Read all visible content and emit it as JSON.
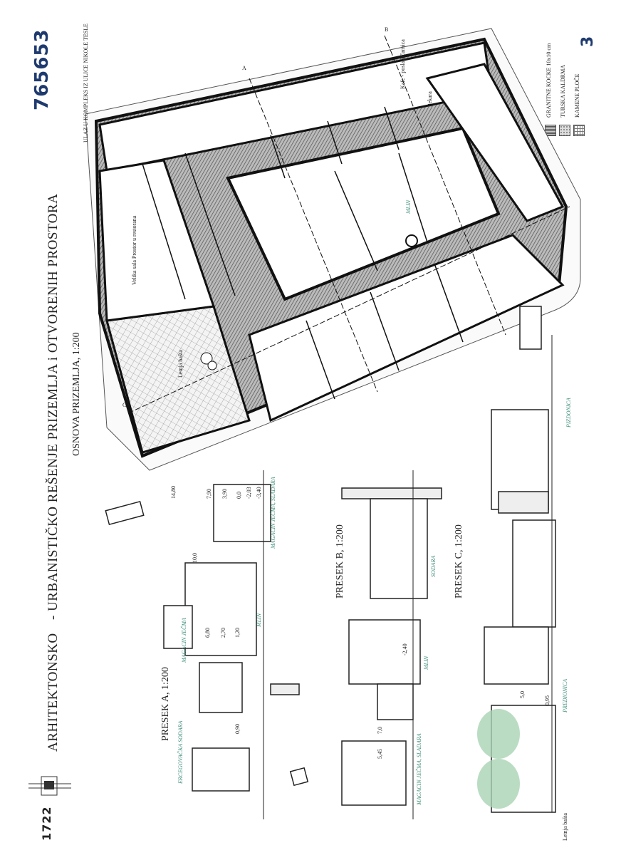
{
  "sheet": {
    "code": "765653",
    "page_number": "3",
    "year_logo": "1722",
    "title_part1": "ARHITEKTONSKO",
    "title_part2": "- URBANISTIČKO REŠENJE PRIZEMLJA i OTVORENIH PROSTORA",
    "plan_title": "OSNOVA PRIZEMLJA, 1:200"
  },
  "legend": [
    {
      "label": "GRANITNE KOCKE 10x10 cm",
      "pattern": "dense-hatch"
    },
    {
      "label": "TURSKA KALDRMA",
      "pattern": "cobble"
    },
    {
      "label": "KAMENE PLOČE",
      "pattern": "grid"
    }
  ],
  "plan_labels": {
    "entrance": "ULAZ U KOMPLEKS IZ ULICE NIKOLE TESLE",
    "center": "MLIN",
    "summer_garden": "Letnja bašta",
    "great_hall": "Velika sala Prostor u restorana",
    "bakery": "Pekara",
    "cafe": "Kafe - poslastičarnica",
    "section_a": "A",
    "section_b": "B",
    "section_c": "C"
  },
  "sections": {
    "a_title": "PRESEK A, 1:200",
    "b_title": "PRESEK B, 1:200",
    "c_title": "PRESEK C, 1:200",
    "a_labels": [
      "MAGACIN JEČMA, SLADARA",
      "MLIN",
      "MAGACIN JEČMA",
      "ERCEGOVAČKA SODARA"
    ],
    "b_labels": [
      "SODARA",
      "MLIN",
      "MAGACIN JEČMA, SLADARA"
    ],
    "c_labels": [
      "PIZDONICA",
      "PREDIONICA"
    ],
    "elevations": [
      "14,80",
      "7,90",
      "3,90",
      "0,0",
      "-2,03",
      "-3,40",
      "10,0",
      "6,80",
      "2,70",
      "1,20",
      "0,90",
      "7,0",
      "5,45",
      "-2,40",
      "5,0",
      "0,95"
    ],
    "c_bottom": "Letnja bašta"
  },
  "colors": {
    "code": "#1e3a6e",
    "accent_green": "#3f8f7a",
    "tree_green": "#a9d3b4",
    "ink": "#222222"
  }
}
